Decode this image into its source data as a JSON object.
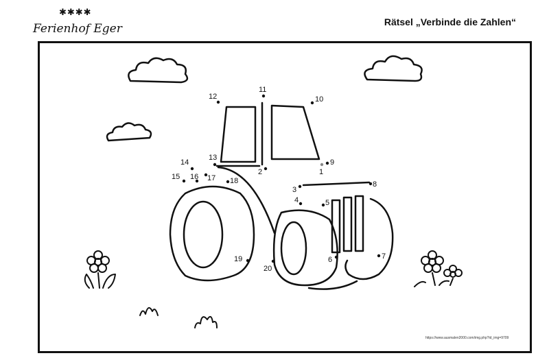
{
  "header": {
    "logo_text": "Ferienhof Eger",
    "logo_stars": "✱✱✱✱",
    "title": "Rätsel „Verbinde die Zahlen“"
  },
  "puzzle": {
    "numbers": [
      "1",
      "2",
      "3",
      "4",
      "5",
      "6",
      "7",
      "8",
      "9",
      "10",
      "11",
      "12",
      "13",
      "14",
      "15",
      "16",
      "17",
      "18",
      "19",
      "20"
    ]
  },
  "footer": {
    "source_url": "https://www.ausmalen2000.com/img.php?id_img=9709"
  }
}
